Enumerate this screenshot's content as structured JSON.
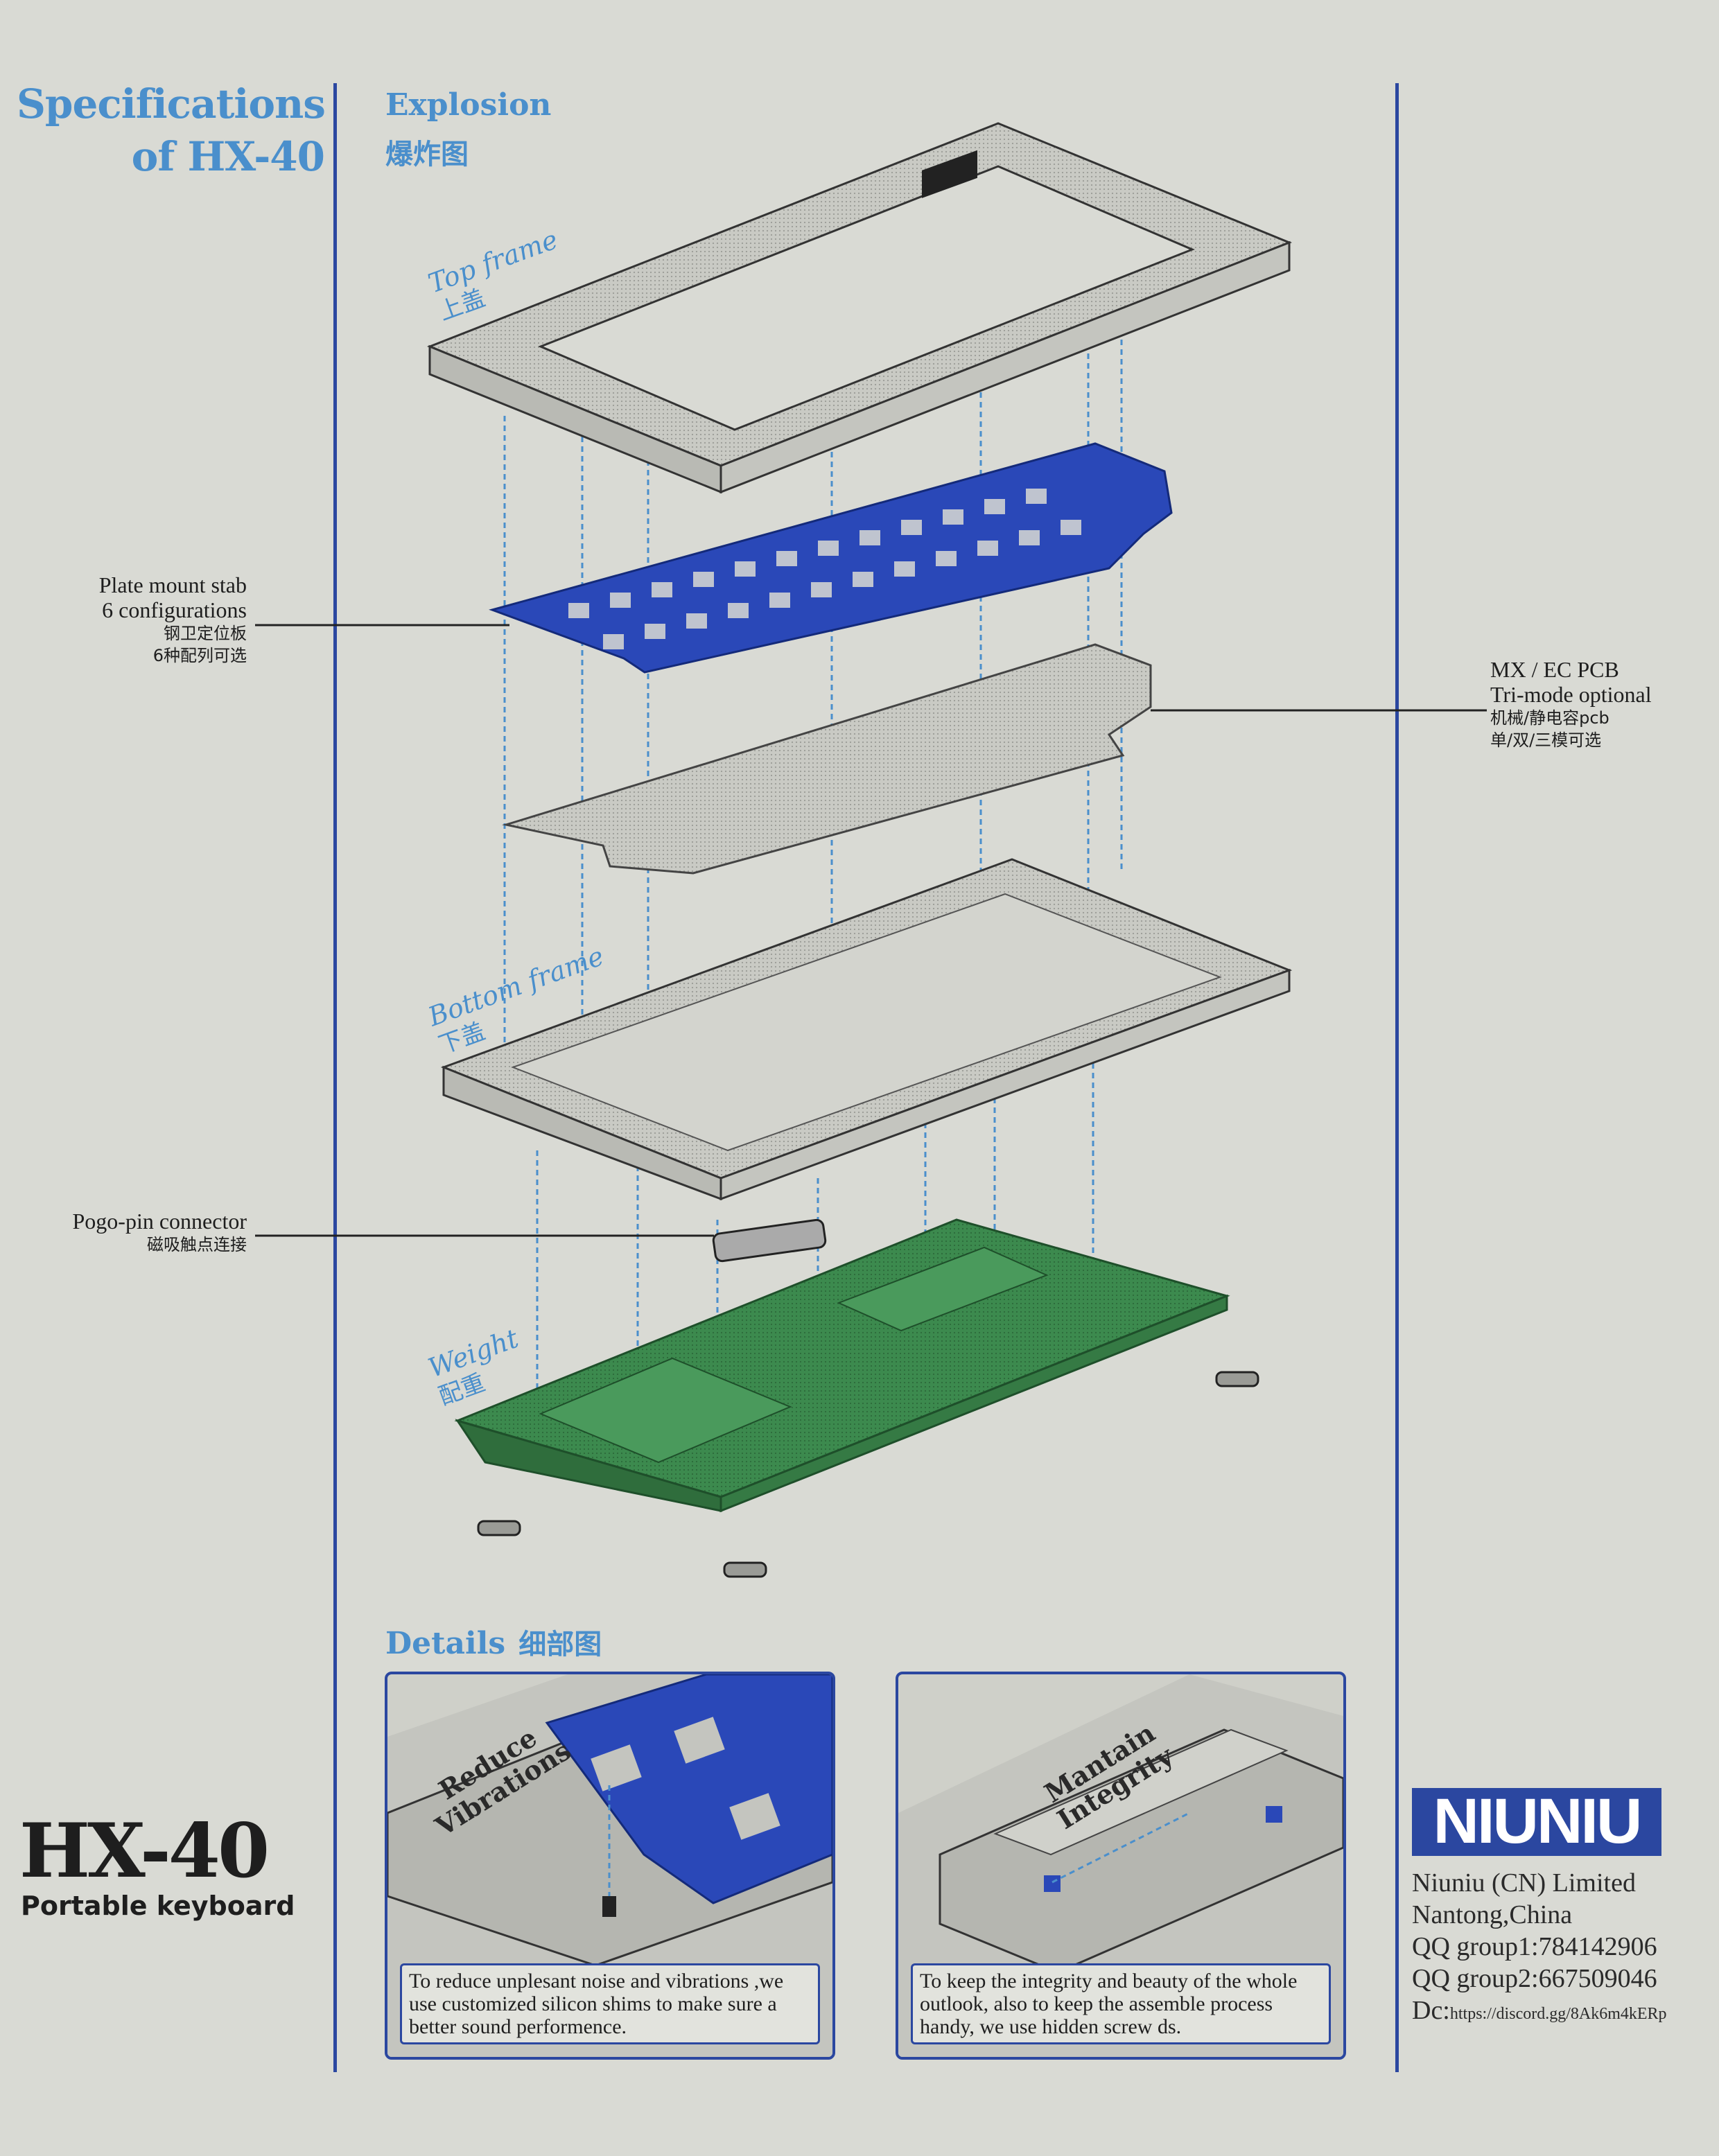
{
  "header": {
    "spec_line1": "Specifications",
    "spec_line2": "of HX-40",
    "explosion_en": "Explosion",
    "explosion_cn": "爆炸图"
  },
  "layers": {
    "top_frame_en": "Top frame",
    "top_frame_cn": "上盖",
    "bottom_frame_en": "Bottom frame",
    "bottom_frame_cn": "下盖",
    "weight_en": "Weight",
    "weight_cn": "配重"
  },
  "callouts": {
    "plate_en_1": "Plate mount stab",
    "plate_en_2": "6 configurations",
    "plate_cn_1": "钢卫定位板",
    "plate_cn_2": "6种配列可选",
    "pcb_en_1": "MX / EC PCB",
    "pcb_en_2": "Tri-mode optional",
    "pcb_cn_1": "机械/静电容pcb",
    "pcb_cn_2": "单/双/三模可选",
    "pogo_en": "Pogo-pin connector",
    "pogo_cn": "磁吸触点连接"
  },
  "details": {
    "heading_en": "Details",
    "heading_cn": "细部图",
    "left_title_1": "Reduce",
    "left_title_2": "Vibrations",
    "left_caption": "To reduce unplesant noise and vibrations ,we use customized silicon shims to make sure a better sound performence.",
    "right_title_1": "Mantain",
    "right_title_2": "Integrity",
    "right_caption": "To keep the integrity and beauty of the whole outlook, also to keep the assemble process handy, we use hidden screw ds."
  },
  "product": {
    "model": "HX-40",
    "subtitle": "Portable keyboard"
  },
  "company": {
    "brand": "NIUNIU",
    "name": "Niuniu (CN) Limited",
    "location": "Nantong,China",
    "qq1": "QQ group1:784142906",
    "qq2": "QQ group2:667509046",
    "dc_label": "Dc:",
    "dc_url": "https://discord.gg/8Ak6m4kERp"
  },
  "colors": {
    "accent_blue": "#4a8fcc",
    "rule_blue": "#2b47a0",
    "plate_blue": "#2a48b8",
    "weight_green": "#3c8a4e",
    "background": "#d9dad4"
  }
}
